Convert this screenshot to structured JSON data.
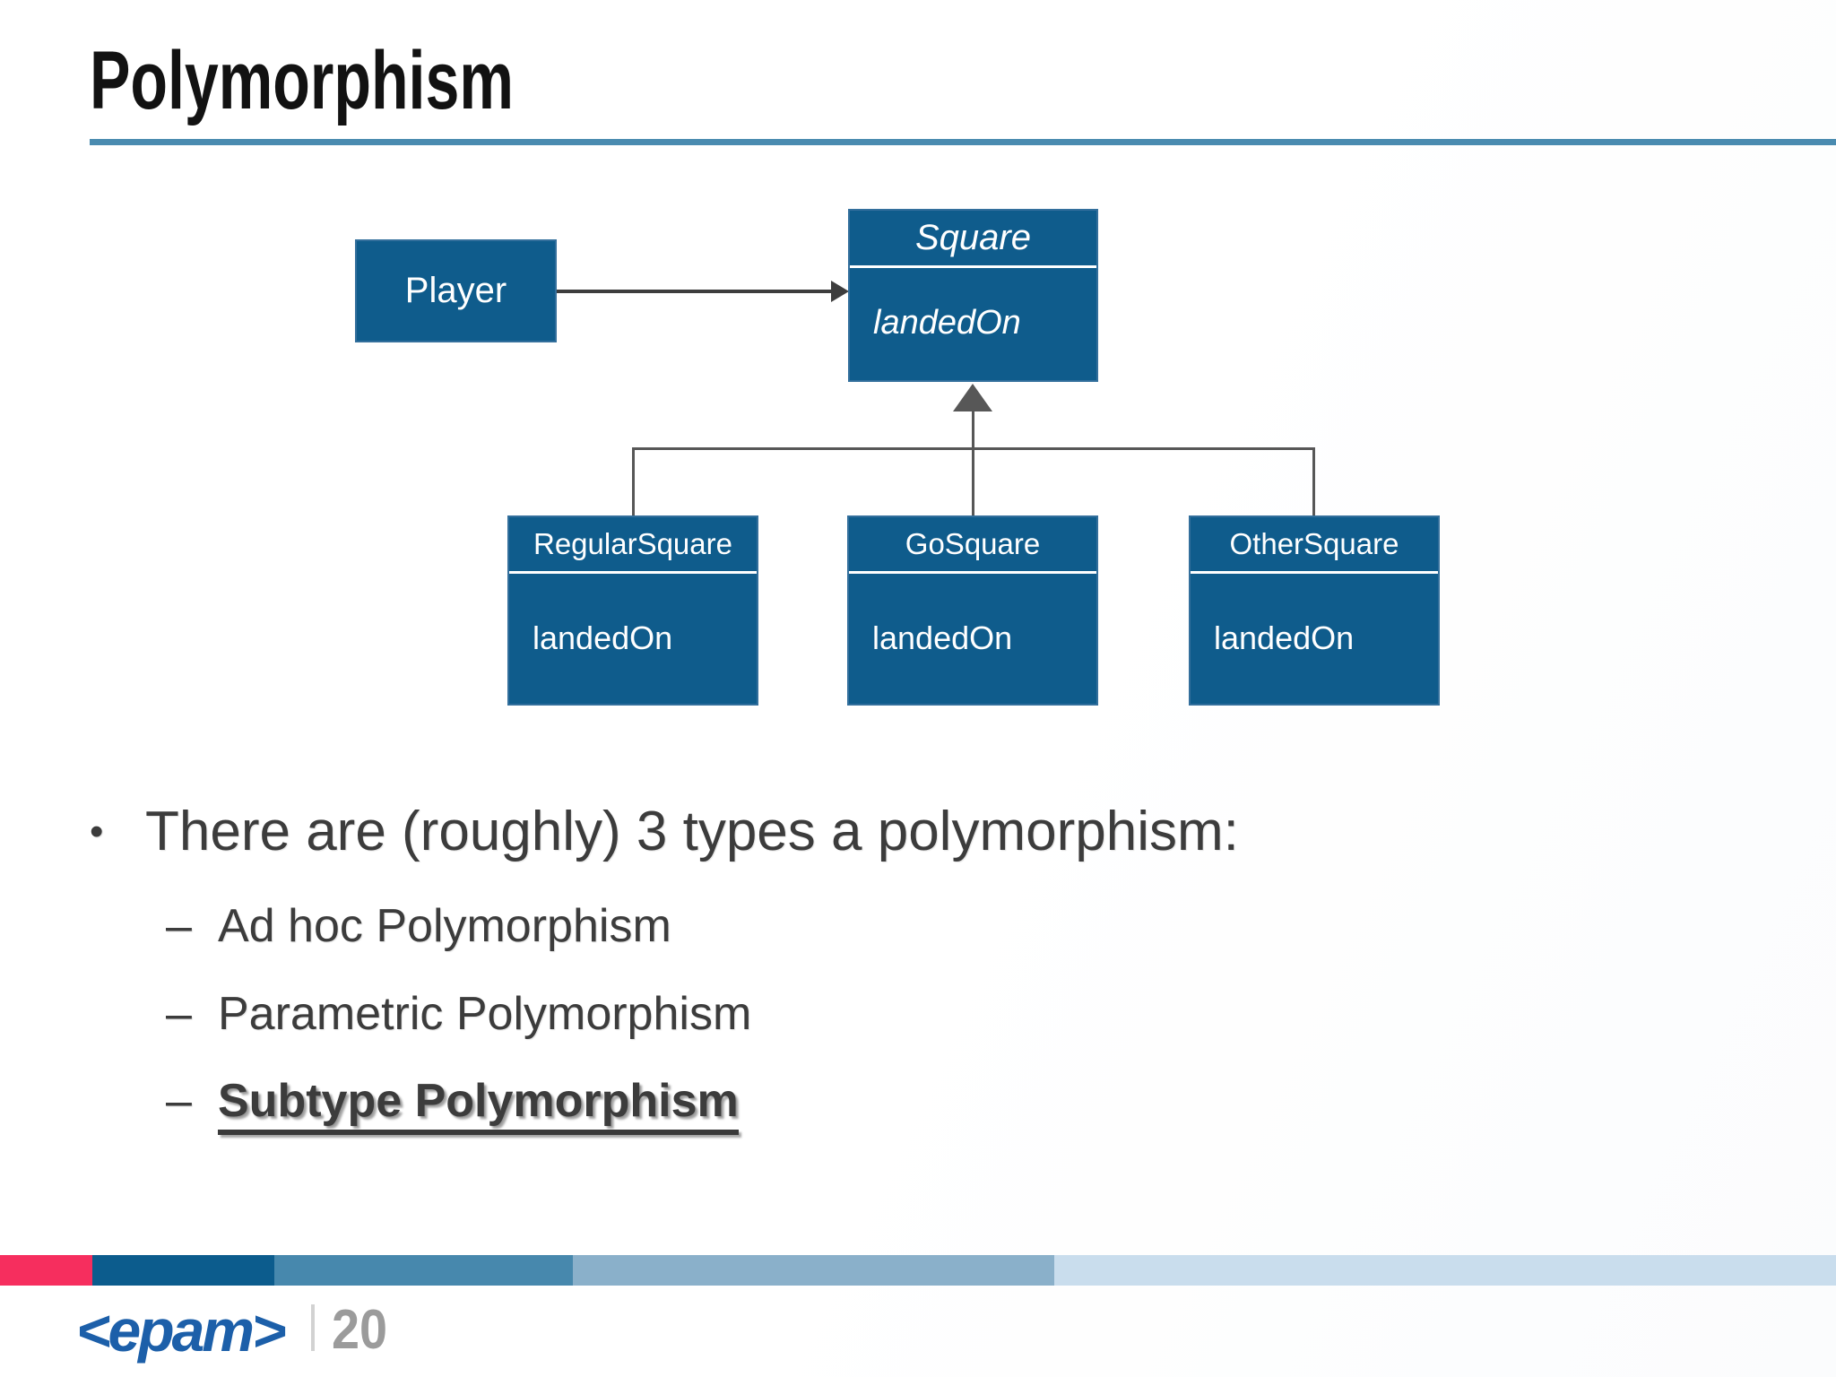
{
  "slide": {
    "title": "Polymorphism",
    "bullet_char": "•",
    "dash_char": "–",
    "footer": {
      "logo": "<epam>",
      "page_number": "20"
    }
  },
  "diagram": {
    "player": {
      "label": "Player"
    },
    "parent": {
      "title": "Square",
      "attribute": "landedOn"
    },
    "children": [
      {
        "title": "RegularSquare",
        "attribute": "landedOn"
      },
      {
        "title": "GoSquare",
        "attribute": "landedOn"
      },
      {
        "title": "OtherSquare",
        "attribute": "landedOn"
      }
    ]
  },
  "text": {
    "main_bullet": "There are (roughly) 3 types a polymorphism:",
    "sub_items": [
      "Ad hoc Polymorphism",
      "Parametric Polymorphism",
      "Subtype Polymorphism"
    ]
  },
  "colors": {
    "box_blue": "#0f5c8c",
    "box_border_blue": "#336f9c",
    "title_rule_blue": "#4a8bb0",
    "connector_gray": "#3d3d3d",
    "tree_gray": "#575757",
    "logo_blue": "#1c5fa9",
    "page_number_gray": "#9b9b9b",
    "bar_segments": [
      "#f62e5e",
      "#0c5c8d",
      "#4788ad",
      "#8ab0ca",
      "#c9dded"
    ]
  }
}
